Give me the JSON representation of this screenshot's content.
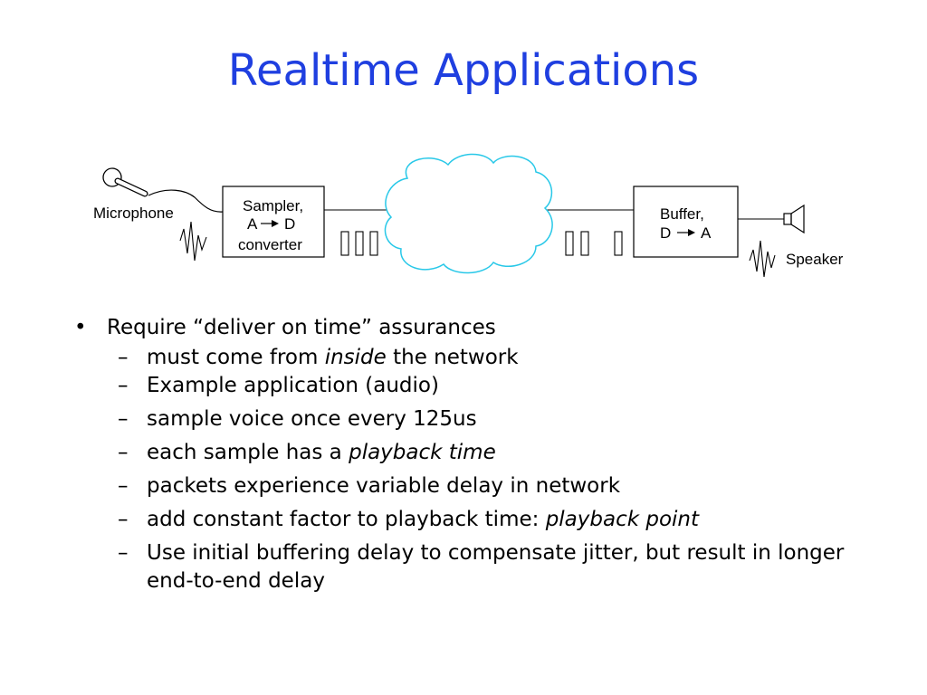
{
  "slide": {
    "title": "Realtime Applications"
  },
  "diagram": {
    "microphone_label": "Microphone",
    "sampler_line1": "Sampler,",
    "sampler_a": "A",
    "sampler_d": "D",
    "sampler_line3": "converter",
    "buffer_line1": "Buffer,",
    "buffer_d": "D",
    "buffer_a": "A",
    "speaker_label": "Speaker"
  },
  "bullets": {
    "main_marker": "•",
    "main_text": "Require “deliver on time” assurances",
    "sub_marker": "–",
    "sub1": {
      "before": "must come from ",
      "italic": "inside",
      "after": " the network"
    },
    "sub2": "Example application (audio)",
    "sub3": "sample voice once every 125us",
    "sub4": {
      "before": "each sample has a ",
      "italic": "playback time"
    },
    "sub5": "packets experience variable delay in network",
    "sub6": {
      "before": "add constant factor to playback time: ",
      "italic": "playback point"
    },
    "sub7": "Use initial buffering delay to compensate jitter, but result in longer end-to-end delay"
  }
}
